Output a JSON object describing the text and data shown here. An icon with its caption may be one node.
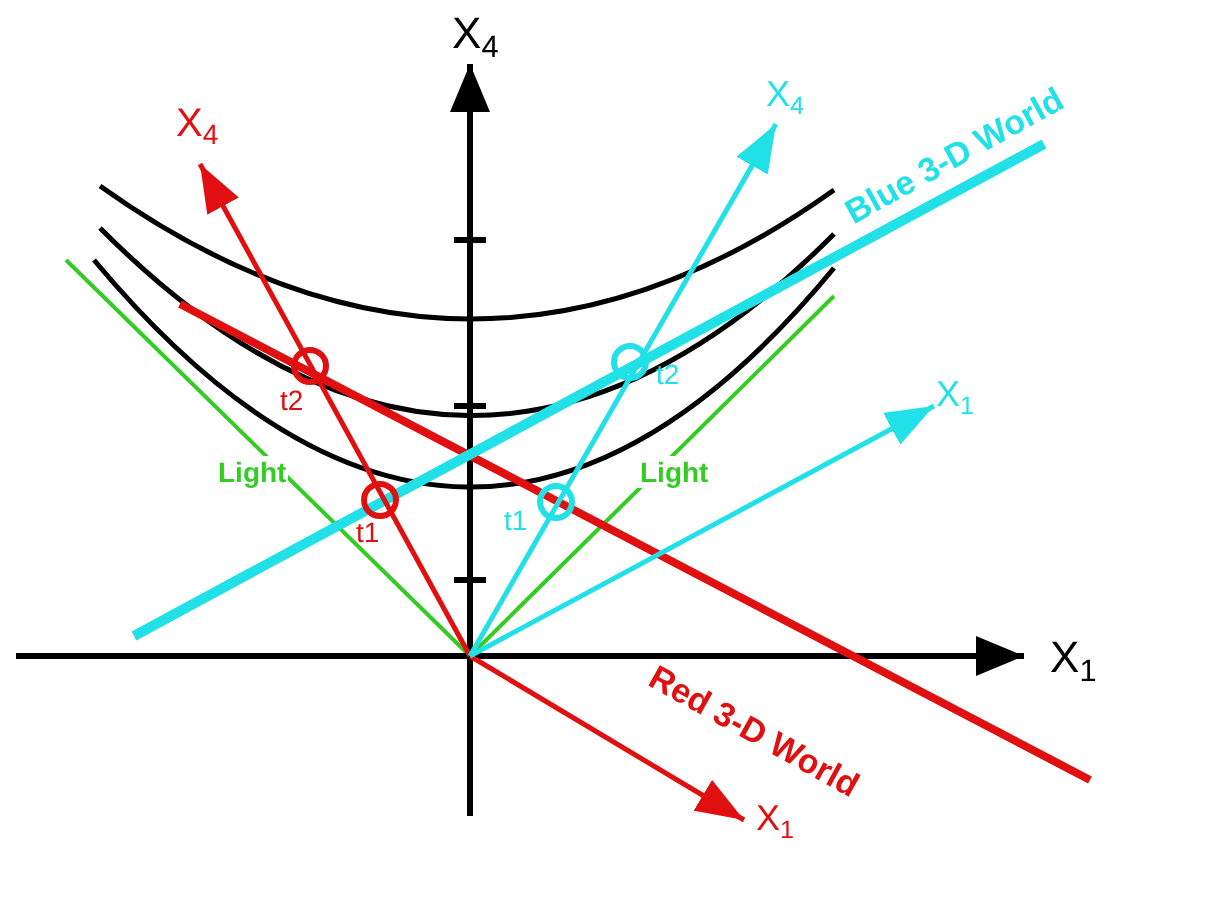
{
  "diagram": {
    "labels": [
      "X$_{4}$",
      "X$_{4}$",
      "X$_{4}$",
      "Blue 3-D World",
      "t2",
      "t2",
      "Light",
      "Light",
      "X$_{1}$",
      "t1",
      "t1",
      "X$_{1}$",
      "Red 3-D World",
      "X$_{1}$"
    ]
  }
}
